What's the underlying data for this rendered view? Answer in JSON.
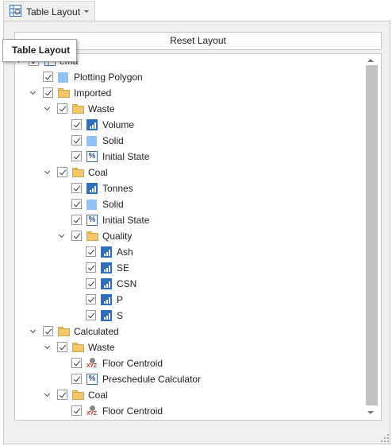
{
  "toolbar": {
    "table_layout_label": "Table Layout"
  },
  "tooltip": {
    "text": "Table Layout"
  },
  "panel": {
    "reset_label": "Reset Layout"
  },
  "tree": [
    {
      "label": "Schema",
      "visible_label": "ema",
      "icon": "table-icon",
      "level": 0,
      "expandable": true,
      "checked": true
    },
    {
      "label": "Plotting Polygon",
      "icon": "square-icon",
      "level": 1,
      "expandable": false,
      "checked": true
    },
    {
      "label": "Imported",
      "icon": "folder-icon",
      "level": 1,
      "expandable": true,
      "checked": true
    },
    {
      "label": "Waste",
      "icon": "folder-icon",
      "level": 2,
      "expandable": true,
      "checked": true
    },
    {
      "label": "Volume",
      "icon": "bar-icon",
      "level": 3,
      "expandable": false,
      "checked": true
    },
    {
      "label": "Solid",
      "icon": "square-icon",
      "level": 3,
      "expandable": false,
      "checked": true
    },
    {
      "label": "Initial State",
      "icon": "percent-icon",
      "level": 3,
      "expandable": false,
      "checked": true
    },
    {
      "label": "Coal",
      "icon": "folder-icon",
      "level": 2,
      "expandable": true,
      "checked": true
    },
    {
      "label": "Tonnes",
      "icon": "bar-icon",
      "level": 3,
      "expandable": false,
      "checked": true
    },
    {
      "label": "Solid",
      "icon": "square-icon",
      "level": 3,
      "expandable": false,
      "checked": true
    },
    {
      "label": "Initial State",
      "icon": "percent-icon",
      "level": 3,
      "expandable": false,
      "checked": true
    },
    {
      "label": "Quality",
      "icon": "folder-icon",
      "level": 3,
      "expandable": true,
      "checked": true
    },
    {
      "label": "Ash",
      "icon": "bar-icon",
      "level": 4,
      "expandable": false,
      "checked": true
    },
    {
      "label": "SE",
      "icon": "bar-icon",
      "level": 4,
      "expandable": false,
      "checked": true
    },
    {
      "label": "CSN",
      "icon": "bar-icon",
      "level": 4,
      "expandable": false,
      "checked": true
    },
    {
      "label": "P",
      "icon": "bar-icon",
      "level": 4,
      "expandable": false,
      "checked": true
    },
    {
      "label": "S",
      "icon": "bar-icon",
      "level": 4,
      "expandable": false,
      "checked": true
    },
    {
      "label": "Calculated",
      "icon": "folder-icon",
      "level": 1,
      "expandable": true,
      "checked": true
    },
    {
      "label": "Waste",
      "icon": "folder-icon",
      "level": 2,
      "expandable": true,
      "checked": true
    },
    {
      "label": "Floor Centroid",
      "icon": "xyz-icon",
      "level": 3,
      "expandable": false,
      "checked": true
    },
    {
      "label": "Preschedule Calculator",
      "icon": "percent-icon",
      "level": 3,
      "expandable": false,
      "checked": true
    },
    {
      "label": "Coal",
      "icon": "folder-icon",
      "level": 2,
      "expandable": true,
      "checked": true
    },
    {
      "label": "Floor Centroid",
      "icon": "xyz-icon",
      "level": 3,
      "expandable": false,
      "checked": true
    }
  ],
  "icon_glyphs": {
    "percent": "%",
    "xyz": "XYZ"
  },
  "colors": {
    "folder": "#f5c76b",
    "bar": "#2f6dbf",
    "square": "#94c1fa",
    "xyz_text": "#c0392b"
  }
}
